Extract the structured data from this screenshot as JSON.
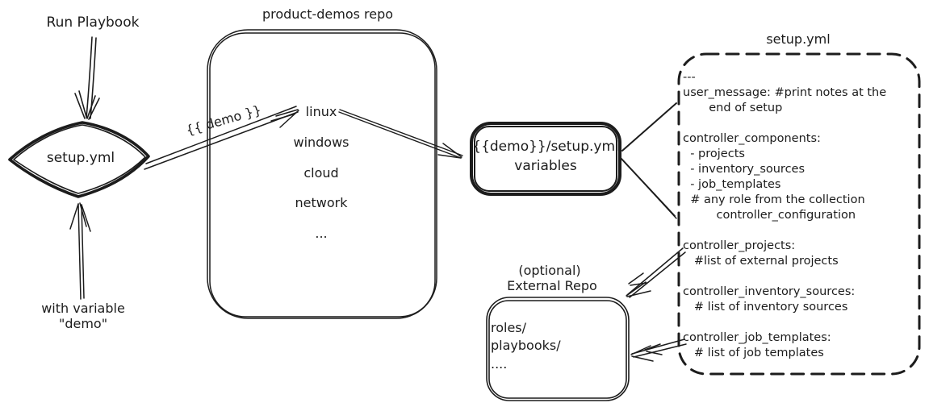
{
  "ink": "#1c1c1c",
  "bg": "#ffffff",
  "left_flow": {
    "run_playbook": "Run Playbook",
    "diamond": "setup.yml",
    "with_variable_line1": "with variable",
    "with_variable_line2": "\"demo\""
  },
  "demo_arrow_label": "{{ demo }}",
  "repo_box": {
    "title": "product-demos repo",
    "items": [
      "linux",
      "windows",
      "cloud",
      "network",
      "..."
    ]
  },
  "variables_box": {
    "line1": "{{demo}}/setup.yml",
    "line2": "variables"
  },
  "setup_file": {
    "title": "setup.yml",
    "lines": [
      "---",
      "user_message: #print notes at the",
      "       end of setup",
      "",
      "controller_components:",
      "  - projects",
      "  - inventory_sources",
      "  - job_templates",
      "  # any role from the collection",
      "         controller_configuration",
      "",
      "controller_projects:",
      "   #list of external projects",
      "",
      "controller_inventory_sources:",
      "   # list of inventory sources",
      "",
      "controller_job_templates:",
      "   # list of job templates"
    ]
  },
  "external_repo": {
    "title_line1": "(optional)",
    "title_line2": "External Repo",
    "items": [
      "roles/",
      "playbooks/",
      "...."
    ]
  }
}
